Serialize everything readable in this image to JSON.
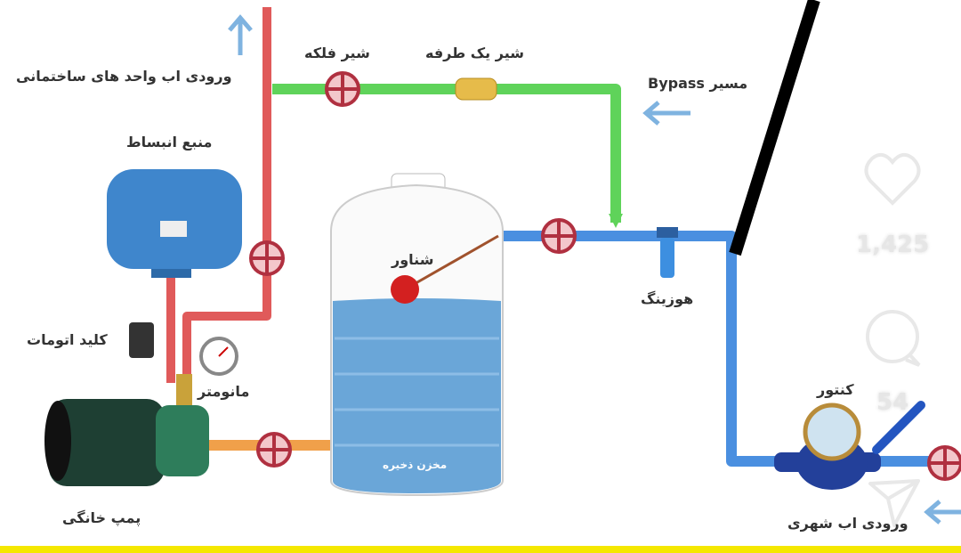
{
  "labels": {
    "building_inlet": "ورودی اب واحد های ساختمانی",
    "gate_valve": "شیر فلکه",
    "check_valve": "شیر یک طرفه",
    "bypass": "مسیر Bypass",
    "expansion_tank": "منبع انبساط",
    "float": "شناور",
    "housing": "هوزینگ",
    "pressure_switch": "کلید اتومات",
    "manometer": "مانومتر",
    "meter": "کنتور",
    "pump": "پمپ خانگی",
    "storage_tank": "مخزن ذخیره",
    "city_inlet": "ورودی اب شهری"
  },
  "overlay": {
    "likes": "1,425",
    "comments": "54"
  },
  "colors": {
    "red_pipe": "#e05a5a",
    "green_pipe": "#5fd35a",
    "blue_pipe": "#4a8fe0",
    "orange_pipe": "#f0a04a",
    "bottom_bar": "#f5e800"
  }
}
